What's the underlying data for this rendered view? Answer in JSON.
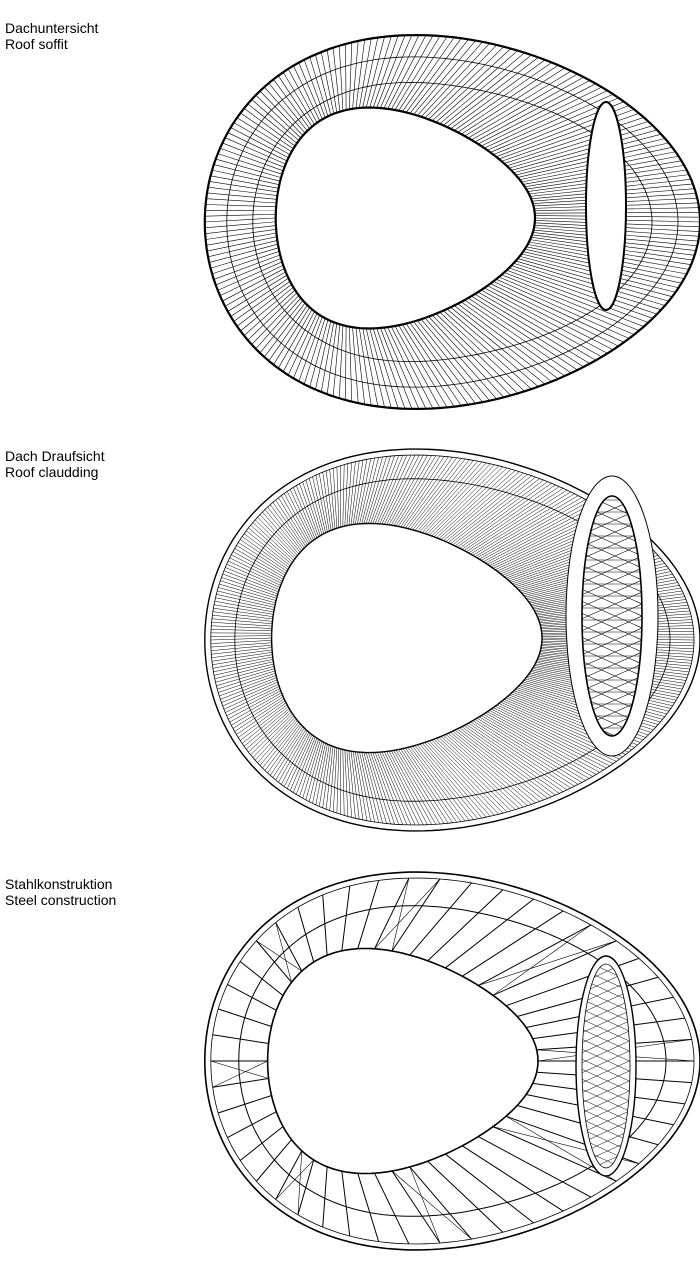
{
  "panels": [
    {
      "label_de": "Dachuntersicht",
      "label_en": "Roof soffit"
    },
    {
      "label_de": "Dach Draufsicht",
      "label_en": "Roof claudding"
    },
    {
      "label_de": "Stahlkonstruktion",
      "label_en": "Steel construction"
    }
  ],
  "colors": {
    "line": "#000000",
    "background": "#ffffff"
  }
}
